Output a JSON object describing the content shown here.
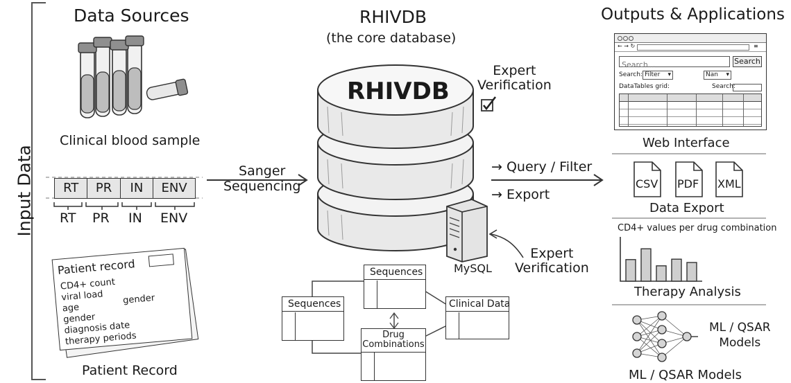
{
  "input_label": "Input Data",
  "sources": {
    "heading": "Data Sources",
    "blood_caption": "Clinical blood sample",
    "genes": [
      "RT",
      "PR",
      "IN",
      "ENV"
    ],
    "gene_labels": [
      "RT",
      "PR",
      "IN",
      "ENV"
    ],
    "patient_card": {
      "title": "Patient record",
      "fields": [
        "CD4+ count",
        "viral load",
        "gender",
        "age",
        "gender",
        "diagnosis date",
        "therapy periods"
      ]
    },
    "patient_caption": "Patient Record"
  },
  "core": {
    "heading": "RHIVDB",
    "subheading": "(the core database)",
    "db_label": "RHIVDB",
    "expert_top": [
      "Expert",
      "Verification"
    ],
    "expert_bottom": [
      "Expert",
      "Verification"
    ],
    "server_label": "MySQL",
    "sequencing": [
      "Sanger",
      "Sequencing"
    ],
    "query_label": "→ Query / Filter",
    "export_label": "→ Export",
    "schema": {
      "sequences_top": "Sequences",
      "sequences_left": "Sequences",
      "clinical": "Clinical Data",
      "drug": [
        "Drug",
        "Combinations"
      ]
    }
  },
  "outputs": {
    "heading": "Outputs & Applications",
    "web": {
      "search_placeholder": "Search...",
      "search_button": "Search",
      "search_label": "Search:",
      "filter_value": "Filter",
      "nan_value": "Nan",
      "grid_label": "DataTables grid:",
      "grid_search": "Search:",
      "caption": "Web Interface"
    },
    "files": [
      "CSV",
      "PDF",
      "XML"
    ],
    "export_caption": "Data Export",
    "therapy_chart_title": "CD4+ values per drug combination",
    "therapy_caption": "Therapy Analysis",
    "ml_side": [
      "ML / QSAR",
      "Models"
    ],
    "ml_caption": "ML / QSAR Models"
  },
  "chart_data": {
    "type": "bar",
    "title": "CD4+ values per drug combination",
    "categories": [
      "",
      "",
      "",
      "",
      ""
    ],
    "values": [
      0.52,
      0.78,
      0.37,
      0.53,
      0.45
    ],
    "ylim": [
      0,
      1
    ]
  }
}
